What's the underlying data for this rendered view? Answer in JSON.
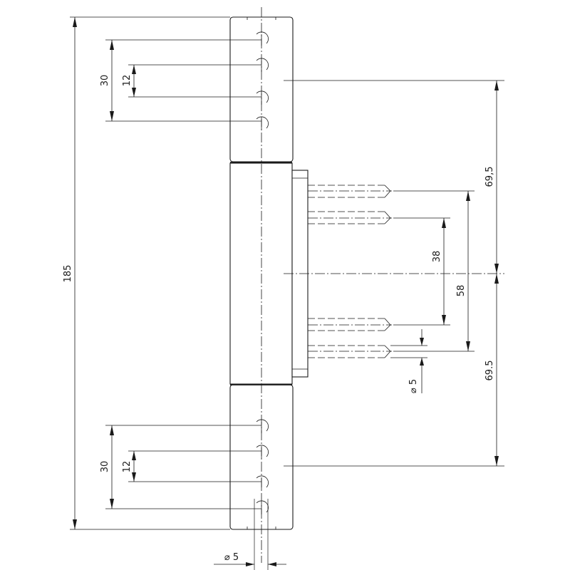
{
  "drawing": {
    "dimensions": {
      "overall_length": "185",
      "top_hole_span": "30",
      "top_hole_pitch": "12",
      "bottom_hole_span": "30",
      "bottom_hole_pitch": "12",
      "upper_offset": "69,5",
      "lower_offset": "69.5",
      "pin_outer_span": "58",
      "pin_inner_span": "38",
      "pin_diameter": "⌀ 5",
      "hole_diameter": "⌀ 5"
    }
  }
}
